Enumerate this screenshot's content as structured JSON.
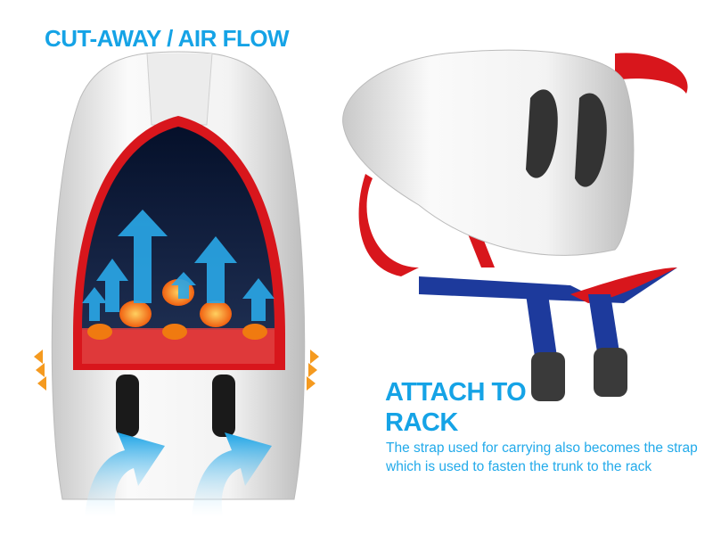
{
  "cutaway": {
    "title": "CUT-AWAY / AIR FLOW"
  },
  "rack": {
    "title_line1": "ATTACH TO",
    "title_line2": "RACK",
    "description": "The strap used for carrying also becomes the strap which is used to fasten the trunk to the rack"
  },
  "colors": {
    "accent": "#15a3e6",
    "shell_red": "#d8161c",
    "rack_blue": "#1d3a9c",
    "heat_orange": "#f07a10"
  }
}
